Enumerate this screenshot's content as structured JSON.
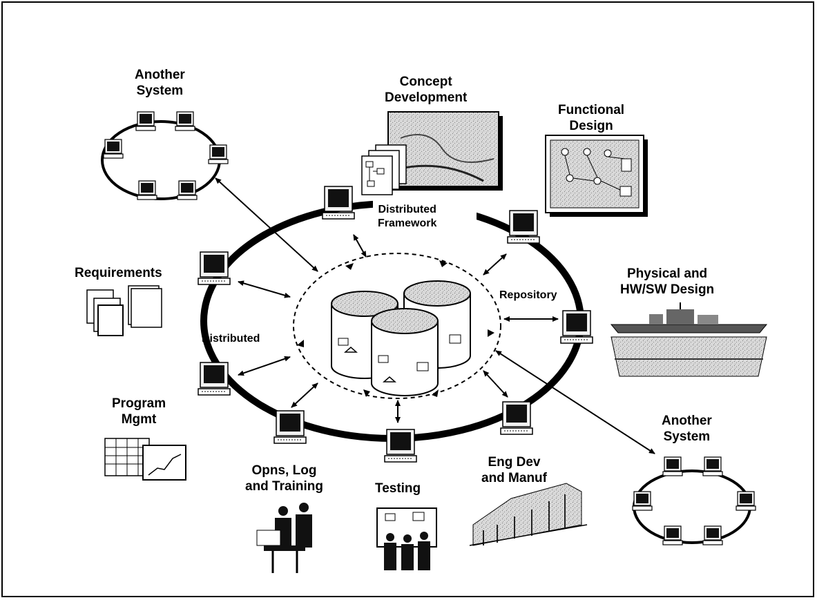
{
  "labels": {
    "another_system_top": [
      "Another",
      "System"
    ],
    "concept_development": [
      "Concept",
      "Development"
    ],
    "functional_design": [
      "Functional",
      "Design"
    ],
    "requirements": "Requirements",
    "physical_design": [
      "Physical and",
      "HW/SW Design"
    ],
    "program_mgmt": [
      "Program",
      "Mgmt"
    ],
    "opns_log_training": [
      "Opns, Log",
      "and Training"
    ],
    "testing": "Testing",
    "eng_dev_manuf": [
      "Eng Dev",
      "and Manuf"
    ],
    "another_system_bottom": [
      "Another",
      "System"
    ],
    "distributed_framework": [
      "Distributed",
      "Framework"
    ],
    "repository": "Repository",
    "distributed": "Distributed"
  },
  "icons": [
    "computer-terminal-icon",
    "database-cylinder-icon",
    "document-stack-icon",
    "spreadsheet-chart-icon",
    "ship-icon",
    "people-icon",
    "factory-building-icon",
    "block-diagram-icon",
    "map-icon"
  ]
}
